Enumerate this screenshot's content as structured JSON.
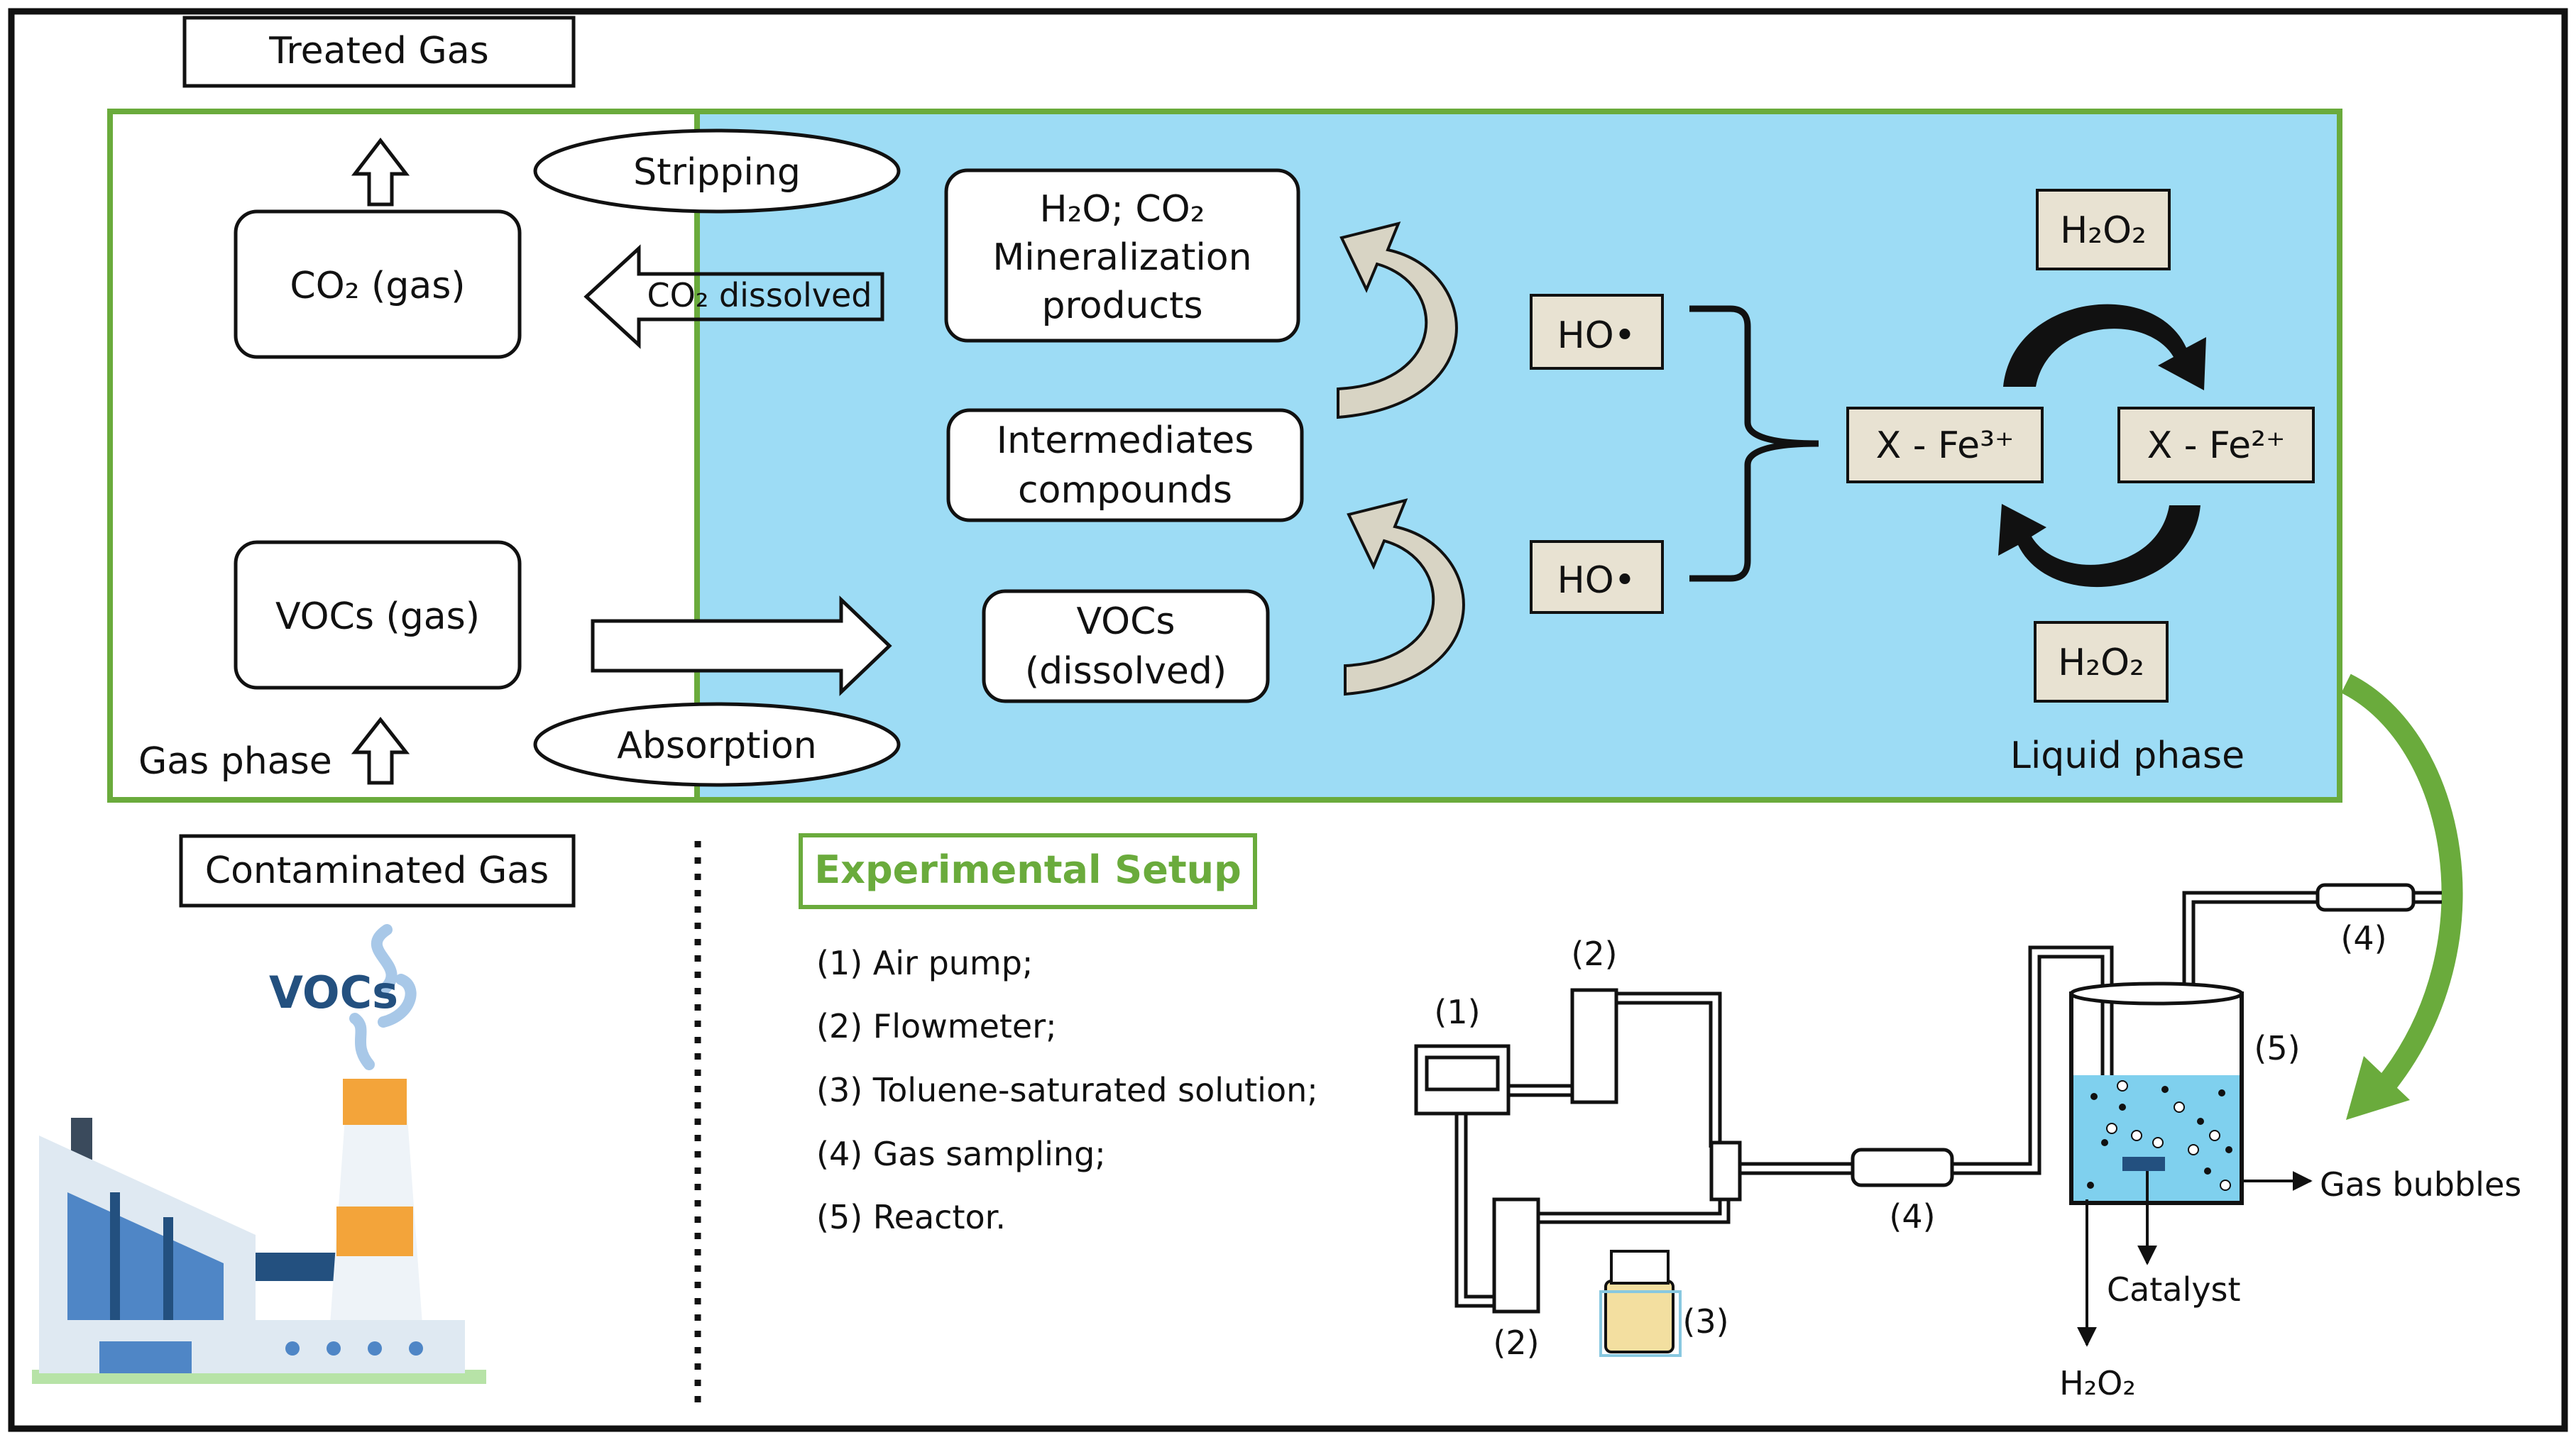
{
  "colors": {
    "frame": "#111111",
    "green": "#6aab3c",
    "liquid": "#9ddcf5",
    "radical_box": "#e8e2d2",
    "curl_arrow": "#d8d4c4",
    "reactor_liquid": "#7fd0ee",
    "solution": "#f3dfa0"
  },
  "top": {
    "treated_gas": "Treated Gas",
    "contaminated_gas": "Contaminated Gas",
    "stripping": "Stripping",
    "absorption": "Absorption",
    "co2_gas": "CO₂ (gas)",
    "co2_dissolved": "CO₂ dissolved",
    "vocs_gas": "VOCs (gas)",
    "gas_phase": "Gas phase",
    "liquid_phase": "Liquid phase",
    "mineralization": [
      "H₂O; CO₂",
      "Mineralization",
      "products"
    ],
    "intermediates": [
      "Intermediates",
      "compounds"
    ],
    "vocs_dissolved": [
      "VOCs",
      "(dissolved)"
    ],
    "ho_radical": "HO•",
    "fe3": "X - Fe³⁺",
    "fe2": "X - Fe²⁺",
    "h2o2": "H₂O₂"
  },
  "factory": {
    "vocs_logo": "VOCs"
  },
  "setup": {
    "title": "Experimental Setup",
    "legend": [
      "(1) Air pump;",
      "(2) Flowmeter;",
      "(3) Toluene-saturated solution;",
      "(4) Gas sampling;",
      "(5) Reactor."
    ],
    "labels": {
      "n1": "(1)",
      "n2": "(2)",
      "n3": "(3)",
      "n4": "(4)",
      "n5": "(5)",
      "gas_bubbles": "Gas bubbles",
      "catalyst": "Catalyst",
      "h2o2": "H₂O₂"
    }
  }
}
